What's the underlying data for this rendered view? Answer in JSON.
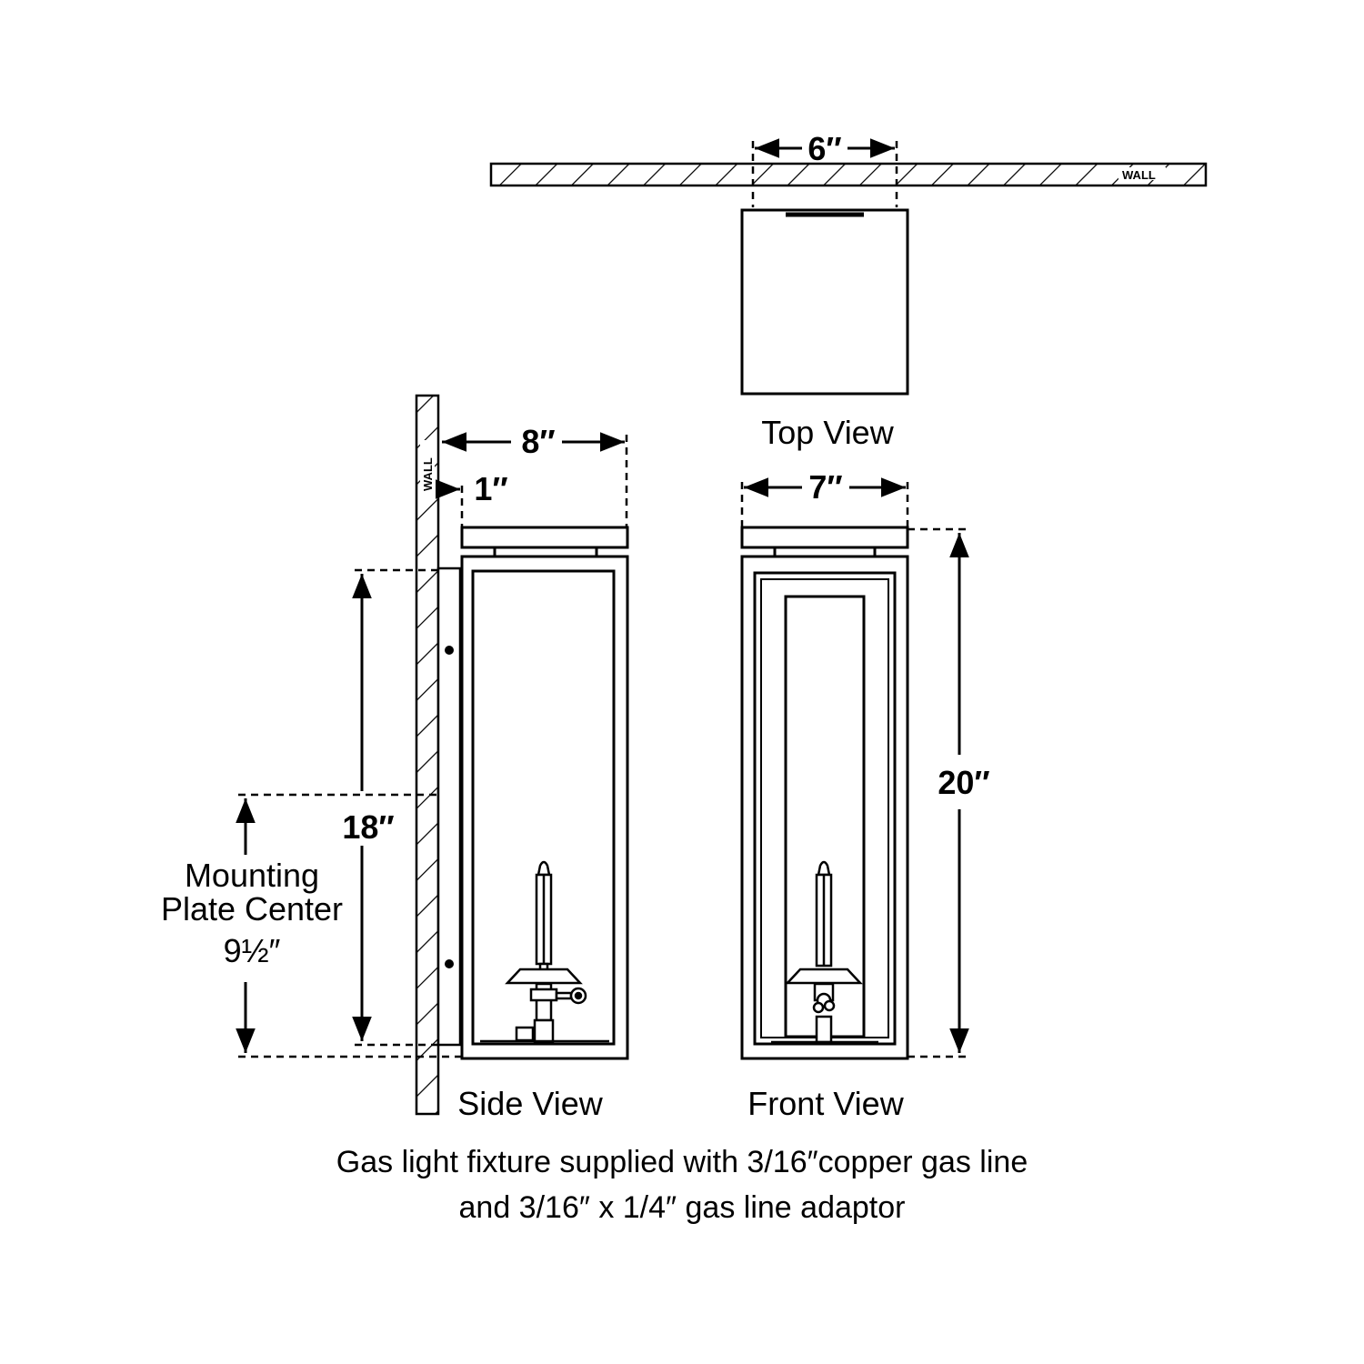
{
  "top_view": {
    "title": "Top View",
    "width_label": "6″",
    "wall_label": "WALL"
  },
  "side_view": {
    "title": "Side View",
    "depth_label": "8″",
    "offset_label": "1″",
    "plate_height_label": "18″",
    "wall_label": "WALL",
    "mounting_label_line1": "Mounting",
    "mounting_label_line2": "Plate Center",
    "mounting_value": "9½″"
  },
  "front_view": {
    "title": "Front View",
    "width_label": "7″",
    "height_label": "20″"
  },
  "caption": {
    "line1": "Gas light fixture supplied with 3/16″copper gas line",
    "line2": "and 3/16″ x 1/4″ gas line adaptor"
  }
}
